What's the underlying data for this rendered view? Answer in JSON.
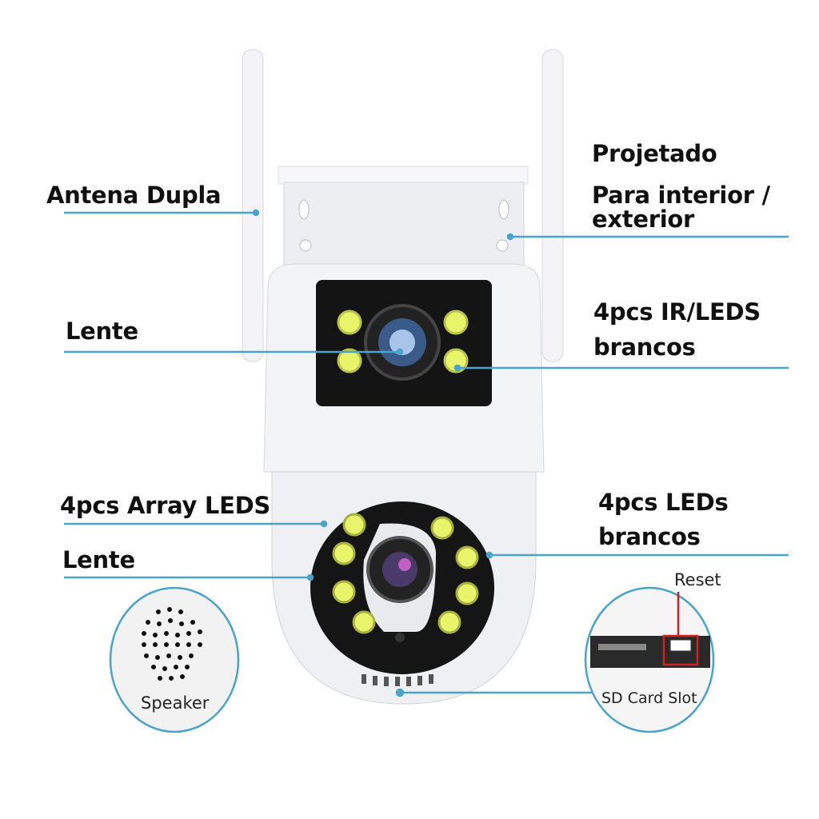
{
  "labels": {
    "antenna": "Antena Dupla",
    "designed_line1": "Projetado",
    "designed_line2": "Para interior /",
    "designed_line3": "exterior",
    "lens_top": "Lente",
    "ir_leds_line1": "4pcs IR/LEDS",
    "ir_leds_line2": "brancos",
    "array_leds": "4pcs Array LEDS",
    "white_leds_line1": "4pcs LEDs",
    "white_leds_line2": "brancos",
    "lens_bottom": "Lente",
    "speaker": "Speaker",
    "reset": "Reset",
    "sd_card_slot": "SD Card Slot"
  },
  "colors": {
    "callout_line": "#4aa3c8",
    "led": "#e8f56a",
    "body": "#f2f3f5",
    "panel": "#141414"
  }
}
